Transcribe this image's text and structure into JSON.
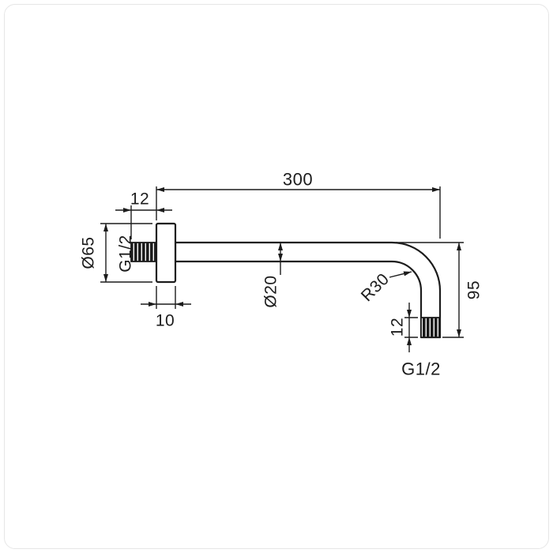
{
  "drawing": {
    "subject": "wall-mounted shower arm - dimensioned side view",
    "colors": {
      "line": "#1c1c1c",
      "background": "#ffffff",
      "frame_border": "#e6e6e6"
    },
    "dimensions": {
      "overall_length": "300",
      "wall_thread_length": "12",
      "flange_diameter": "Ø65",
      "wall_thread_size": "G1/2",
      "flange_thickness": "10",
      "pipe_diameter": "Ø20",
      "bend_radius": "R30",
      "drop_height": "95",
      "outlet_thread_length": "12",
      "outlet_thread_size": "G1/2"
    }
  }
}
